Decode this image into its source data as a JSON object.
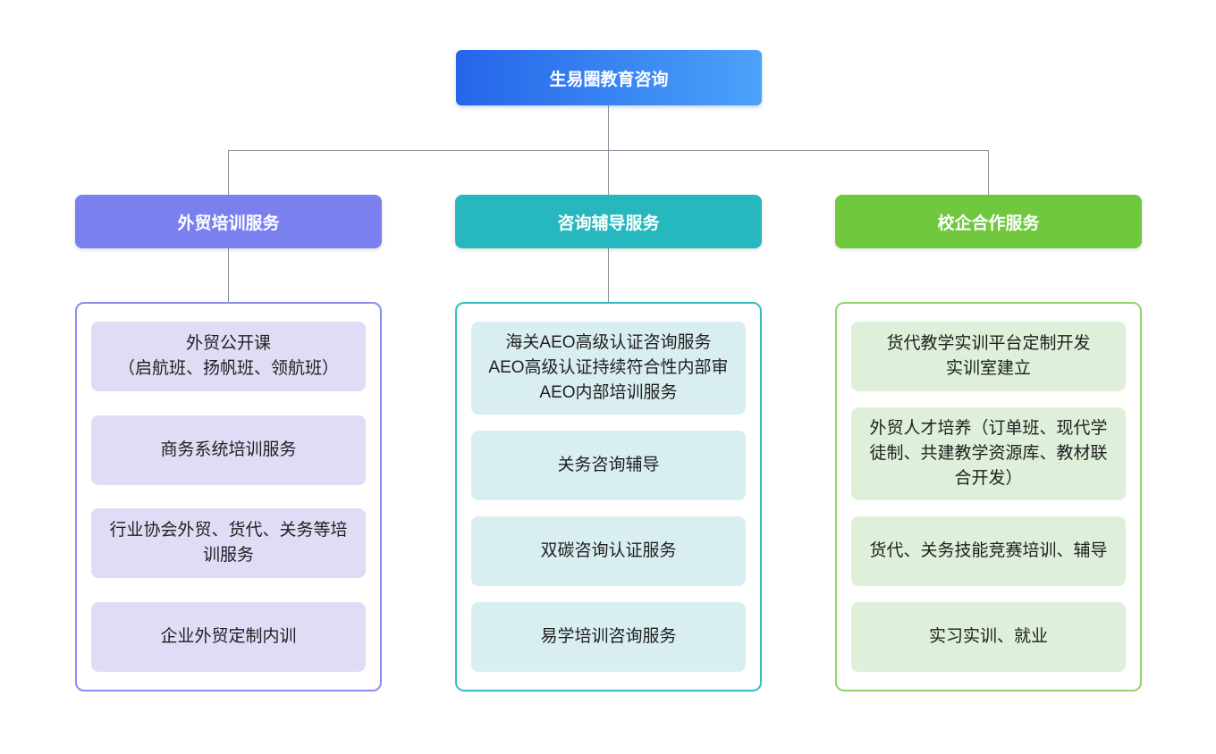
{
  "root": {
    "label": "生易圈教育咨询"
  },
  "branches": [
    {
      "label": "外贸培训服务",
      "items": [
        "外贸公开课\n（启航班、扬帆班、领航班）",
        "商务系统培训服务",
        "行业协会外贸、货代、关务等培训服务",
        "企业外贸定制内训"
      ]
    },
    {
      "label": "咨询辅导服务",
      "items": [
        "海关AEO高级认证咨询服务\nAEO高级认证持续符合性内部审\nAEO内部培训服务",
        "关务咨询辅导",
        "双碳咨询认证服务",
        "易学培训咨询服务"
      ]
    },
    {
      "label": "校企合作服务",
      "items": [
        "货代教学实训平台定制开发\n实训室建立",
        "外贸人才培养（订单班、现代学徒制、共建教学资源库、教材联合开发）",
        "货代、关务技能竞赛培训、辅导",
        "实习实训、就业"
      ]
    }
  ],
  "colors": {
    "root_a": "#2565e9",
    "root_b": "#4ba2fa",
    "branch1": "#7b80ef",
    "branch2": "#27b7be",
    "branch3": "#70c83f",
    "border1": "#8b8cf2",
    "border2": "#38bcc3",
    "border3": "#90d36a",
    "item_bg1": "#dfddf6",
    "item_bg2": "#d9eef1",
    "item_bg3": "#def0d9",
    "connector": "#8b929b",
    "text_dark": "#1f1f1f"
  }
}
